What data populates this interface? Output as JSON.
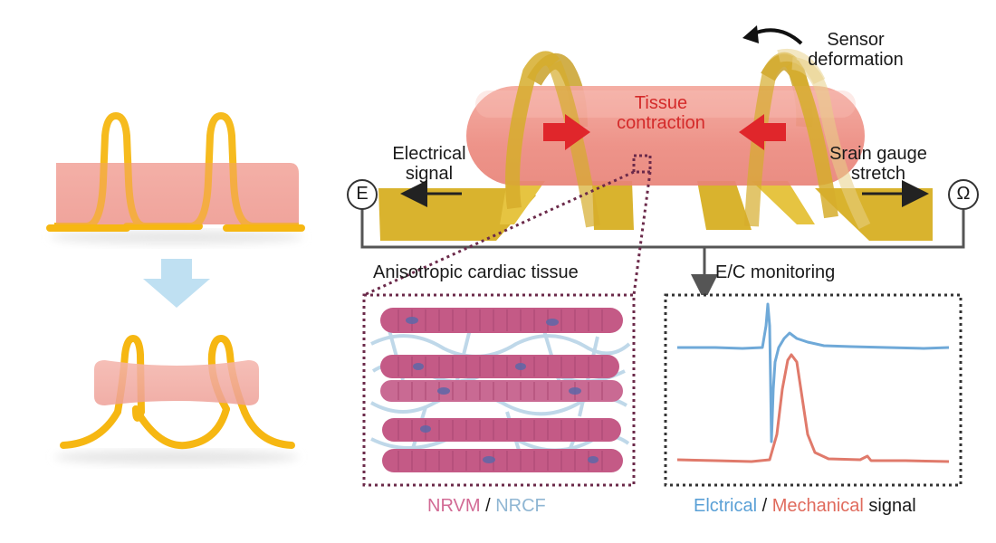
{
  "labels": {
    "tissue_contraction_line1": "Tissue",
    "tissue_contraction_line2": "contraction",
    "sensor_deformation_line1": "Sensor",
    "sensor_deformation_line2": "deformation",
    "electrical_signal_line1": "Electrical",
    "electrical_signal_line2": "signal",
    "strain_gauge_line1": "Srain gauge",
    "strain_gauge_line2": "stretch",
    "terminal_e": "E",
    "terminal_omega": "Ω",
    "anisotropic_title": "Anisotropic cardiac tissue",
    "ec_monitoring_title": "E/C monitoring",
    "legend_left": {
      "part1": "NRVM",
      "sep": " / ",
      "part2": "NRCF"
    },
    "legend_right": {
      "part1": "Elctrical",
      "sep": " / ",
      "part2": "Mechanical",
      "part3": " signal"
    }
  },
  "colors": {
    "spring_yellow": "#f6b712",
    "tissue_pink": "#ee8f84",
    "pad_gold": "#d9b32e",
    "arrow_red": "#e0262b",
    "dotted_frame": "#6b2a4a",
    "monitor_frame": "#333333",
    "fiber": "#c45a86",
    "fibroblast": "#bcd6e8",
    "electrical_trace": "#6fa9d8",
    "mechanical_trace": "#e07a6b",
    "down_arrow": "#bfe0f2"
  },
  "icons": {
    "contraction_arrows": "red-arrow-icon",
    "sensor_rotation": "curved-arrow-icon",
    "transition": "down-arrow-icon"
  }
}
